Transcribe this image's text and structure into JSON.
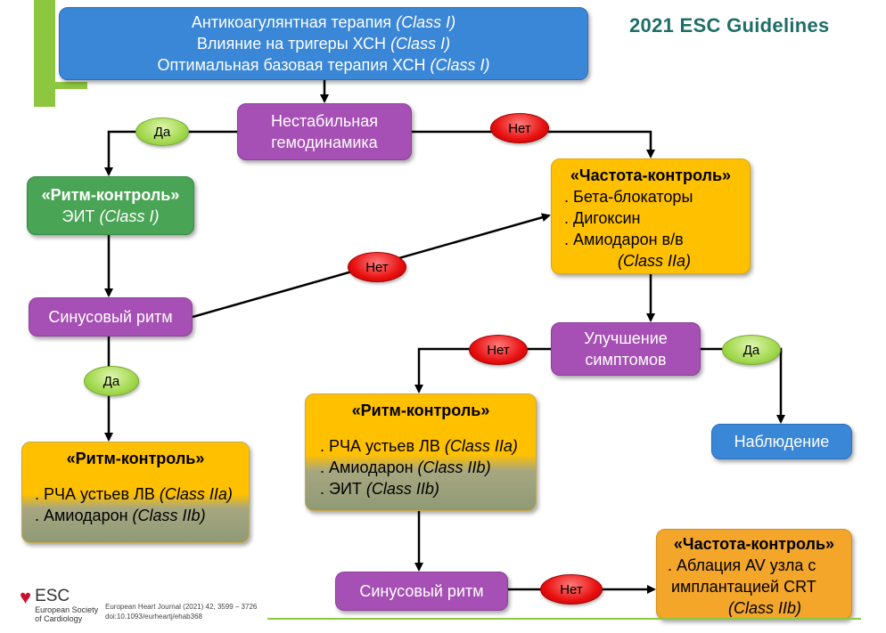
{
  "header": {
    "guidelines_title": "2021 ESC Guidelines"
  },
  "nodes": {
    "top": {
      "line1": "Антикоагулянтная терапия",
      "line1_class": "(Class I)",
      "line2": "Влияние на тригеры ХСН",
      "line2_class": "(Class I)",
      "line3": "Оптимальная базовая терапия ХСН",
      "line3_class": "(Class I)"
    },
    "unstable": {
      "line1": "Нестабильная",
      "line2": "гемодинамика"
    },
    "rhythm_control_1": {
      "title": "«Ритм-контроль»",
      "line1": "ЭИТ",
      "line1_class": "(Class I)"
    },
    "rate_control_1": {
      "title": "«Частота-контроль»",
      "item1": ". Бета-блокаторы",
      "item2": ". Дигоксин",
      "item3": ". Амиодарон в/в",
      "class": "(Class IIa)"
    },
    "sinus_rhythm_1": {
      "label": "Синусовый ритм"
    },
    "improvement": {
      "line1": "Улучшение",
      "line2": "симптомов"
    },
    "observation": {
      "label": "Наблюдение"
    },
    "rhythm_control_2": {
      "title": "«Ритм-контроль»",
      "item1": ". РЧА устьев ЛВ",
      "item1_class": "(Class IIa)",
      "item2": ". Амиодарон",
      "item2_class": "(Class IIb)",
      "item3": ". ЭИТ",
      "item3_class": "(Class IIb)"
    },
    "rhythm_control_3": {
      "title": "«Ритм-контроль»",
      "item1": ". РЧА устьев ЛВ",
      "item1_class": "(Class IIa)",
      "item2": ". Амиодарон",
      "item2_class": "(Class IIb)"
    },
    "sinus_rhythm_2": {
      "label": "Синусовый ритм"
    },
    "rate_control_2": {
      "title": "«Частота-контроль»",
      "line1": ". Аблация AV узла с",
      "line2": "имплантацией CRT",
      "class": "(Class IIb)"
    }
  },
  "decisions": {
    "yes_1": "Да",
    "no_1": "Нет",
    "no_2": "Нет",
    "yes_2": "Да",
    "no_3": "Нет",
    "yes_3": "Да",
    "no_4": "Нет"
  },
  "footer": {
    "esc_name": "ESC",
    "esc_sub1": "European Society",
    "esc_sub2": "of Cardiology",
    "journal_line1": "European Heart Journal (2021) 42, 3599 – 3726",
    "journal_line2": "doi:10.1093/eurheartj/ehab368"
  },
  "colors": {
    "blue": "#3a86d7",
    "purple": "#a64fb4",
    "green": "#4aa455",
    "orange": "#ffc000",
    "yes_pill": "#a3d94f",
    "no_pill": "#e81010",
    "brand_teal": "#1e6e68"
  }
}
